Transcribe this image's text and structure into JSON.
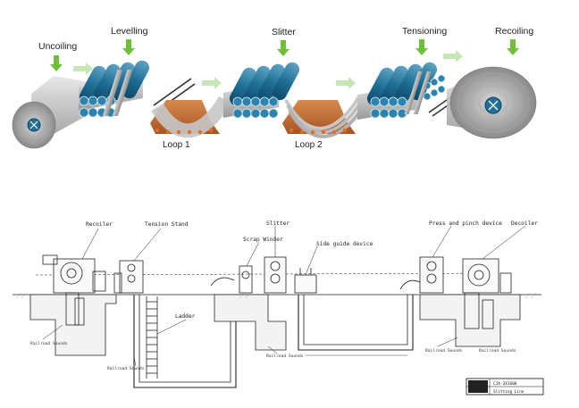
{
  "process_flow": {
    "stages": [
      "Uncoiling",
      "Levelling",
      "Slitter",
      "Tensioning",
      "Recoiling"
    ],
    "loops": [
      "Loop 1",
      "Loop 2"
    ]
  },
  "cad_drawing": {
    "labels": {
      "recoiler": "Recoiler",
      "tension_stand": "Tension Stand",
      "slitter": "Slitter",
      "scrap_winder": "Scrap Winder",
      "side_guide": "Side guide device",
      "press_pinch": "Press and pinch device",
      "decoiler": "Decoiler",
      "ladder": "Ladder",
      "foundation_1": "Railroad Sounds",
      "foundation_2": "Railroad Sounds",
      "foundation_3": "Railroad Sounds",
      "foundation_4": "Railroad Sounds",
      "foundation_5": "Railroad Sounds"
    },
    "title_block": {
      "number": "CJX-3X1600",
      "name": "Slitting Line"
    }
  }
}
